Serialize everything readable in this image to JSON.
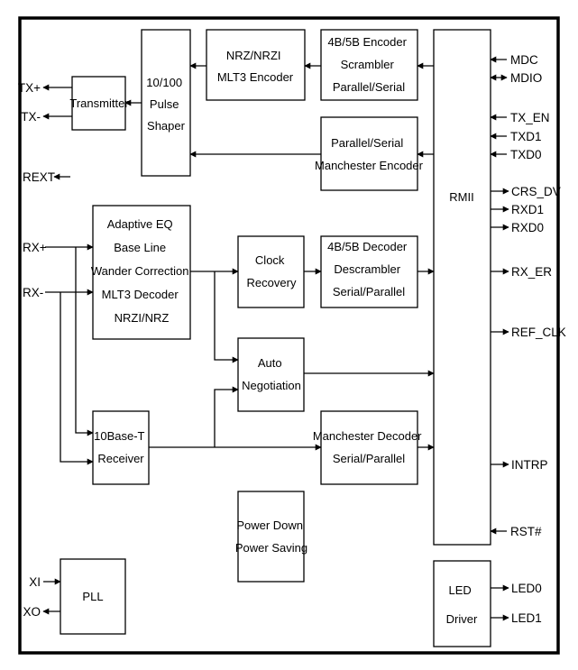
{
  "colors": {
    "line": "#000000",
    "background": "#ffffff"
  },
  "blocks": {
    "transmitter": [
      "Transmitter"
    ],
    "pulse_shaper": [
      "10/100",
      "Pulse",
      "Shaper"
    ],
    "nrz_encoder": [
      "NRZ/NRZI",
      "MLT3 Encoder"
    ],
    "enc_4b5b": [
      "4B/5B Encoder",
      "Scrambler",
      "Parallel/Serial"
    ],
    "manchester_encoder": [
      "Parallel/Serial",
      "Manchester Encoder"
    ],
    "rmii": [
      "RMII"
    ],
    "adaptive_eq": [
      "Adaptive EQ",
      "Base Line",
      "Wander Correction",
      "MLT3 Decoder",
      "NRZI/NRZ"
    ],
    "clock_recovery": [
      "Clock",
      "Recovery"
    ],
    "dec_4b5b": [
      "4B/5B Decoder",
      "Descrambler",
      "Serial/Parallel"
    ],
    "auto_negotiation": [
      "Auto",
      "Negotiation"
    ],
    "receiver_10baset": [
      "10Base-T",
      "Receiver"
    ],
    "manchester_decoder": [
      "Manchester Decoder",
      "Serial/Parallel"
    ],
    "power_down": [
      "Power Down",
      "Power Saving"
    ],
    "pll": [
      "PLL"
    ],
    "led_driver": [
      "LED",
      "Driver"
    ]
  },
  "pins": {
    "tx_plus": "TX+",
    "tx_minus": "TX-",
    "rext": "REXT",
    "rx_plus": "RX+",
    "rx_minus": "RX-",
    "xi": "XI",
    "xo": "XO",
    "mdc": "MDC",
    "mdio": "MDIO",
    "tx_en": "TX_EN",
    "txd1": "TXD1",
    "txd0": "TXD0",
    "crs_dv": "CRS_DV",
    "rxd1": "RXD1",
    "rxd0": "RXD0",
    "rx_er": "RX_ER",
    "ref_clk": "REF_CLK",
    "intrp": "INTRP",
    "rst": "RST#",
    "led0": "LED0",
    "led1": "LED1"
  }
}
